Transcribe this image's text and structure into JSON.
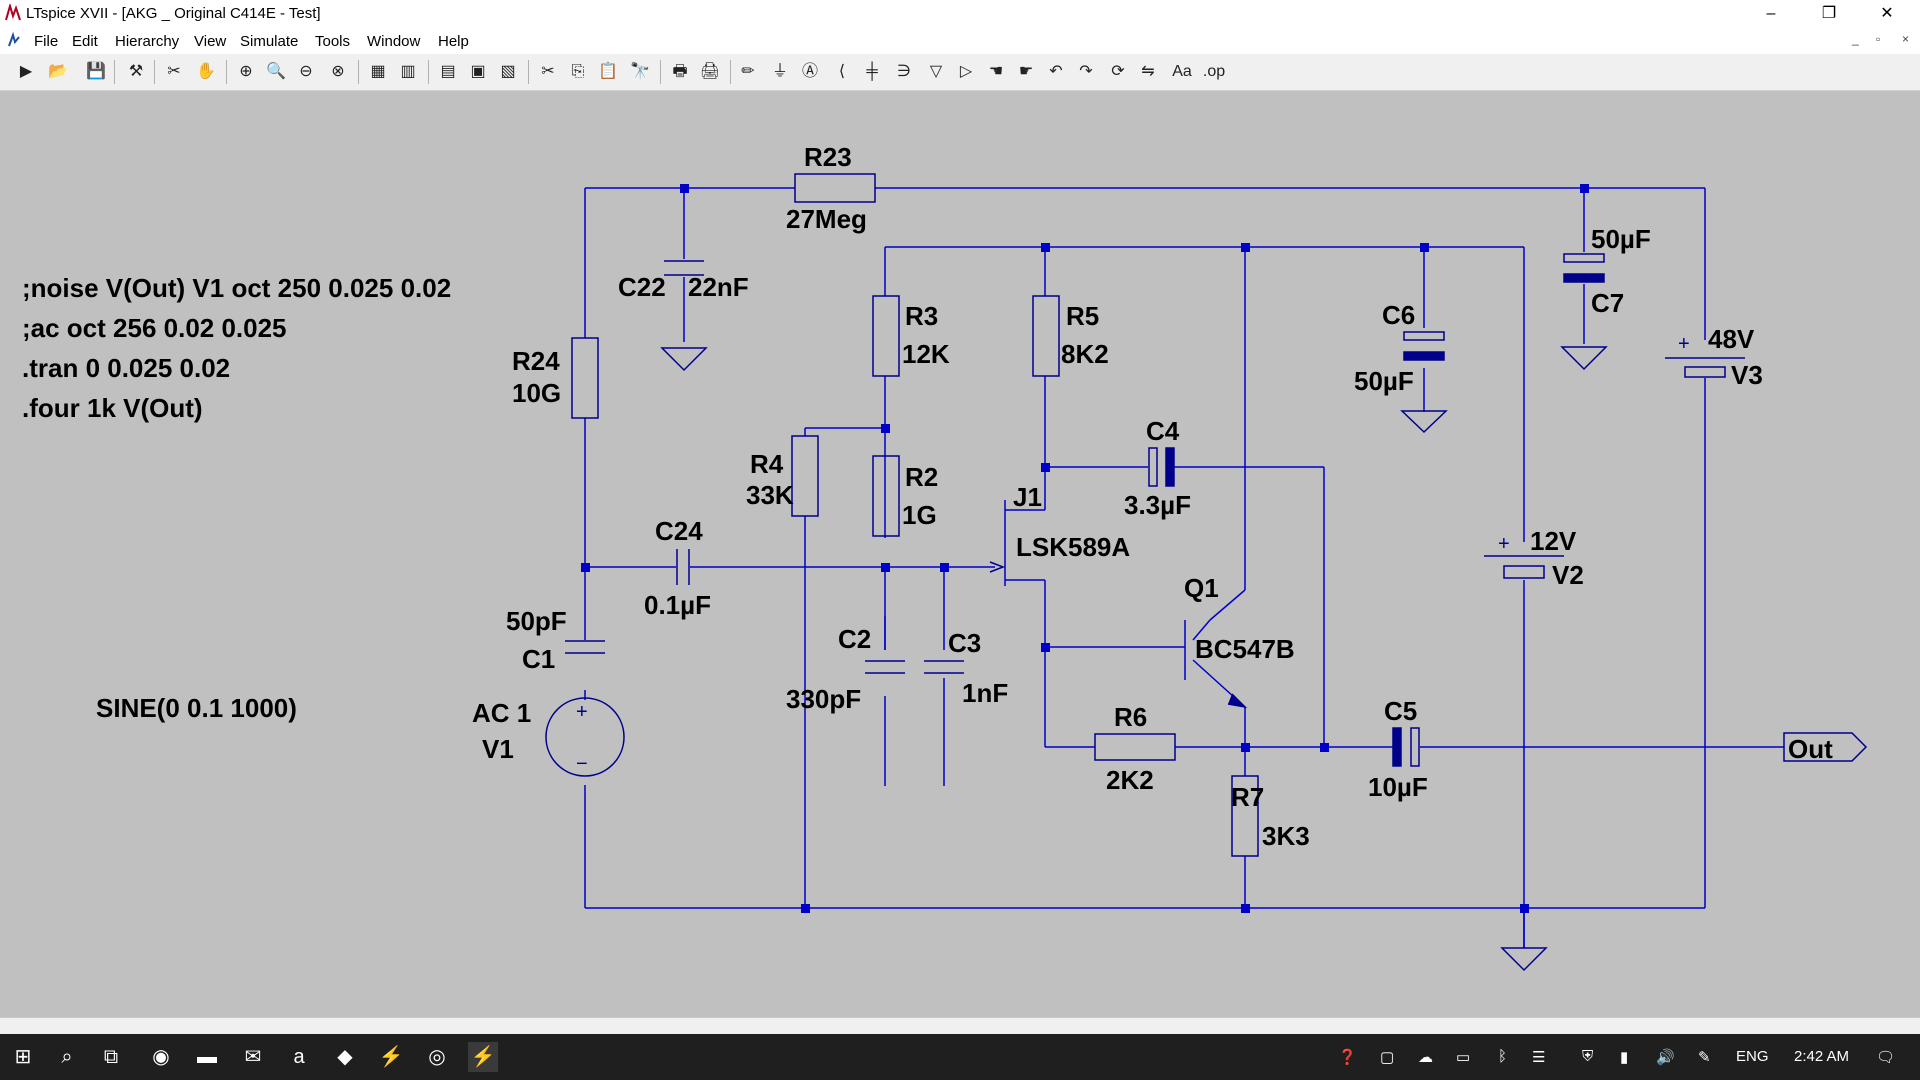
{
  "window": {
    "title": "LTspice XVII - [AKG _ Original C414E - Test]",
    "controls": [
      "–",
      "❐",
      "✕"
    ]
  },
  "menu": [
    "File",
    "Edit",
    "Hierarchy",
    "View",
    "Simulate",
    "Tools",
    "Window",
    "Help"
  ],
  "toolbar_icons": [
    "run-icon",
    "open-icon",
    "save-icon",
    "control-panel-icon",
    "halt-icon",
    "pan-icon",
    "zoom-in-icon",
    "zoom-area-icon",
    "zoom-out-icon",
    "zoom-fit-icon",
    "tile-horiz-icon",
    "tile-vert-icon",
    "cascade-icon",
    "new-schematic-icon",
    "new-symbol-icon",
    "cut-icon",
    "copy-icon",
    "paste-icon",
    "find-icon",
    "print-icon",
    "print-setup-icon",
    "draw-wire-icon",
    "ground-icon",
    "label-net-icon",
    "resistor-icon",
    "capacitor-icon",
    "inductor-icon",
    "diode-icon",
    "component-icon",
    "move-icon",
    "drag-icon",
    "undo-icon",
    "redo-icon",
    "rotate-icon",
    "mirror-icon",
    "text-icon",
    "spice-directive-icon"
  ],
  "schematic": {
    "colors": {
      "wire": "#0000c8",
      "component": "#00008b",
      "background": "#c0c0c0"
    },
    "directives": [
      ";noise V(Out) V1 oct 250 0.025 0.02",
      ";ac oct 256 0.02 0.025",
      ".tran 0 0.025 0.02",
      ".four 1k V(Out)"
    ],
    "source_function": "SINE(0 0.1 1000)",
    "labels": {
      "R23": "R23",
      "R23v": "27Meg",
      "C22": "C22",
      "C22v": "22nF",
      "R24": "R24",
      "R24v": "10G",
      "R3": "R3",
      "R3v": "12K",
      "R5": "R5",
      "R5v": "8K2",
      "R4": "R4",
      "R4v": "33K",
      "R2": "R2",
      "R2v": "1G",
      "C4": "C4",
      "C4v": "3.3µF",
      "J1": "J1",
      "J1v": "LSK589A",
      "C24": "C24",
      "C24v": "0.1µF",
      "C1": "C1",
      "C1v": "50pF",
      "V1": "V1",
      "V1v": "AC 1",
      "C2": "C2",
      "C2v": "330pF",
      "C3": "C3",
      "C3v": "1nF",
      "Q1": "Q1",
      "Q1v": "BC547B",
      "R6": "R6",
      "R6v": "2K2",
      "R7": "R7",
      "R7v": "3K3",
      "C5": "C5",
      "C5v": "10µF",
      "C6": "C6",
      "C6v": "50µF",
      "C7": "C7",
      "C7v": "50µF",
      "V2": "V2",
      "V2v": "12V",
      "V3": "V3",
      "V3v": "48V",
      "out": "Out",
      "plus": "+",
      "minus": "−"
    }
  },
  "taskbar": {
    "icons": [
      "windows-start-icon",
      "search-icon",
      "task-view-icon",
      "edge-icon",
      "file-explorer-icon",
      "mail-icon",
      "amazon-icon",
      "dropbox-icon",
      "app-icon",
      "chrome-icon",
      "ltspice-icon"
    ],
    "tray": {
      "language": "ENG",
      "time": "2:42 AM"
    },
    "tray_icons": [
      "help-icon",
      "meet-icon",
      "onedrive-icon",
      "display-icon",
      "bluetooth-icon",
      "network-chat-icon",
      "defender-icon",
      "battery-icon",
      "volume-icon",
      "pen-icon",
      "notifications-icon"
    ]
  }
}
